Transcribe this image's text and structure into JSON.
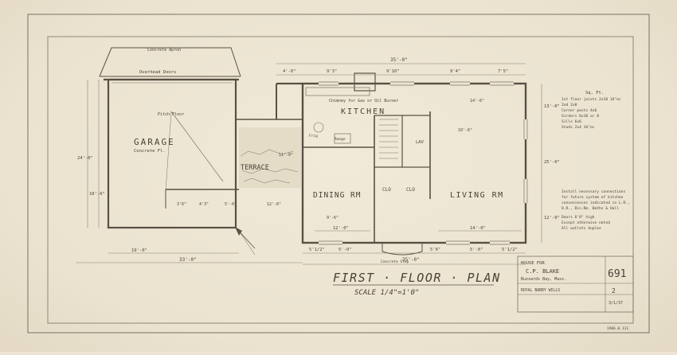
{
  "plan": {
    "garage": {
      "top_label": "Concrete Apron",
      "doors_label": "Overhead Doors",
      "pitch_label": "Pitch Floor",
      "name": "GARAGE",
      "floor_label": "Concrete Fl."
    },
    "rooms": {
      "kitchen": "KITCHEN",
      "dining": "DINING RM",
      "living": "LIVING RM",
      "terrace": "TERRACE",
      "lav": "LAV",
      "clo1": "CLO",
      "clo2": "CLO",
      "range": "Range",
      "frig": "Frig"
    },
    "dimensions": {
      "overall_top": "35'-0\"",
      "top_segments": [
        "4'-0\"",
        "9'3\"",
        "9'10\"",
        "9'4\"",
        "7'5\""
      ],
      "overall_bottom": "35'-0\"",
      "bottom_segments": [
        "5'1/2\"",
        "5'-0\"",
        "5'6\"",
        "5'-0\"",
        "5'1/2\""
      ],
      "garage_bottom": "33'-0\"",
      "garage_width": "19'-0\"",
      "right_side": [
        "13'-0\"",
        "25'-0\"",
        "12'-0\""
      ],
      "garage_left": [
        "24'-0\"",
        "10'-6\""
      ],
      "dining_width": "12'-0\"",
      "living_width": "14'-0\"",
      "misc": [
        "3'6\"",
        "4'3\"",
        "5'-0\"",
        "12'-6\"",
        "11'-0\"",
        "14'-6\"",
        "10'-6\"",
        "9'-6\""
      ]
    },
    "notes_spec": [
      "Sq. Ft.",
      "1st floor joists 2x10 16\"oc",
      "2nd 2x8",
      "Corner posts 4x6",
      "Girders 6x10 or 8",
      "Sills 6x6",
      "Studs 2x4 16\"oc"
    ],
    "notes_heating": [
      "Install necessary connections",
      "for future system of kitchen",
      "conveniences indicated in L.R.,",
      "D.R., Din.Rm. Baths & Hall"
    ],
    "notes_doors": [
      "Doors 6'8\" high",
      "Except otherwise noted",
      "All outlets duplex"
    ],
    "chimney_note": "Chimney for Gas or Oil Burner",
    "porch_note": "Concrete Step",
    "title": "FIRST · FLOOR · PLAN",
    "scale": "SCALE 1/4\"=1'0\""
  },
  "title_block": {
    "house_for": "HOUSE FOR",
    "client": "C.P. BLAKE",
    "location": "Buzzards Bay, Mass.",
    "architect": "ROYAL BARRY WILLS",
    "sheet_number": "691",
    "drawing_number": "2",
    "date": "3/1/37"
  },
  "footer_stamp": "1986.0.111"
}
